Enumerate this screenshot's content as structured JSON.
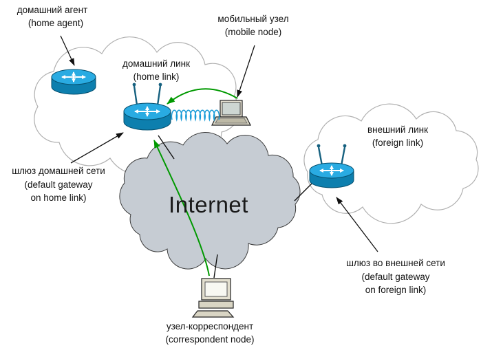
{
  "diagram": {
    "labels": {
      "home_agent_ru": "домашний агент",
      "home_agent_en": "(home agent)",
      "mobile_node_ru": "мобильный узел",
      "mobile_node_en": "(mobile node)",
      "home_link_ru": "домашний линк",
      "home_link_en": "(home link)",
      "foreign_link_ru": "внешний линк",
      "foreign_link_en": "(foreign link)",
      "home_gateway_ru": "шлюз домашней сети",
      "home_gateway_en_1": "(default gateway",
      "home_gateway_en_2": "on home link)",
      "internet": "Internet",
      "foreign_gateway_ru": "шлюз во внешней сети",
      "foreign_gateway_en_1": "(default gateway",
      "foreign_gateway_en_2": "on foreign link)",
      "correspondent_ru": "узел-корреспондент",
      "correspondent_en": "(correspondent node)"
    },
    "colors": {
      "router_top": "#29abe2",
      "router_side": "#0d7fae",
      "router_outline": "#06506f",
      "internet_cloud_fill": "#c6ccd3",
      "link_cloud_stroke": "#b0b0b0",
      "green_arrow": "#009900",
      "wireless_coil": "#1a9cd8",
      "line_black": "#111111"
    },
    "icons": [
      {
        "name": "router-icon"
      },
      {
        "name": "wireless-router-icon"
      },
      {
        "name": "laptop-icon"
      },
      {
        "name": "desktop-computer-icon"
      },
      {
        "name": "wireless-coil-icon"
      }
    ]
  }
}
